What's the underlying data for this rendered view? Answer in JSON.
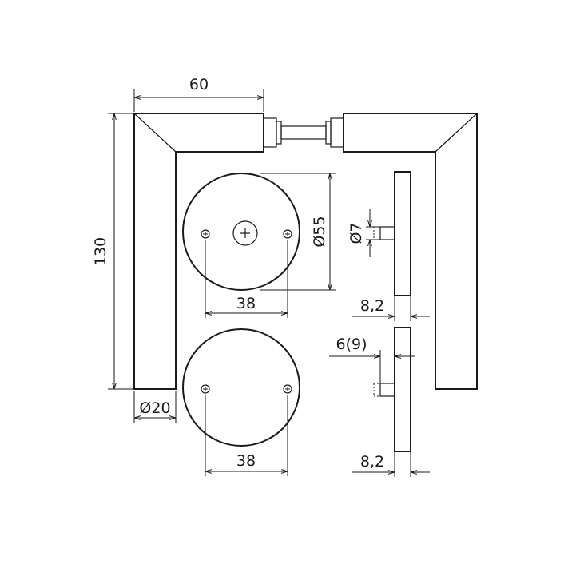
{
  "drawing": {
    "dimensions": {
      "lever_length": "60",
      "handle_height": "130",
      "shaft_diameter": "Ø20",
      "rosette_diameter": "Ø55",
      "pin_diameter": "Ø7",
      "screw_spacing_top": "38",
      "screw_spacing_bottom": "38",
      "rosette_thickness_top": "8,2",
      "rosette_thickness_bottom": "8,2",
      "pin_length": "6(9)"
    },
    "colors": {
      "line": "#1a1a1a",
      "background": "#ffffff"
    }
  }
}
